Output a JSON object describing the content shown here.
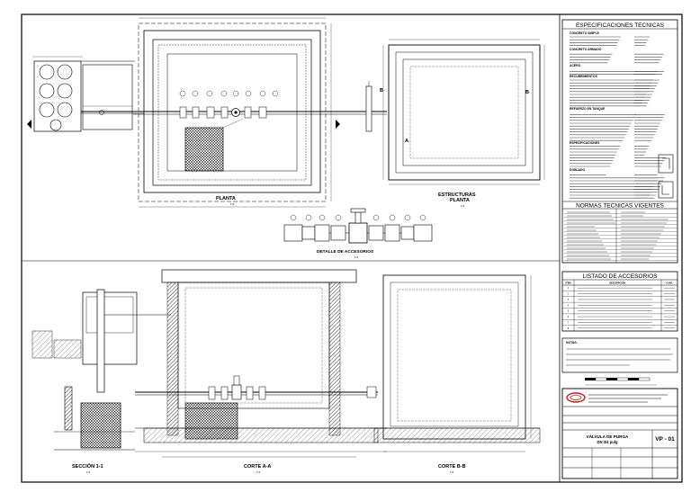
{
  "drawing_labels": {
    "planta": "PLANTA",
    "estructuras": "ESTRUCTURAS",
    "estructuras_sub": "PLANTA",
    "detalle": "DETALLE DE ACCESORIOS",
    "seccion": "SECCIÓN 1-1",
    "corte_aa": "CORTE A-A",
    "corte_bb": "CORTE B-B"
  },
  "section_marks": {
    "a": "A",
    "b": "B"
  },
  "specs": {
    "title": "ESPECIFICACIONES TECNICAS",
    "group_headers": [
      "CONCRETO SIMPLE",
      "CONCRETO ARMADO",
      "ACERO",
      "RECUBRIMIENTOS",
      "REFUERZO EN TANQUE",
      "ESPECIFICACIONES",
      "DOBLADO"
    ],
    "normas_title": "NORMAS TECNICAS VIGENTES"
  },
  "accesorios": {
    "title": "LISTADO DE ACCESORIOS",
    "headers": [
      "ITEM",
      "DESCRIPCIÓN",
      "CANT."
    ],
    "rows": [
      {
        "item": "1",
        "desc": "",
        "cant": ""
      },
      {
        "item": "2",
        "desc": "",
        "cant": ""
      },
      {
        "item": "3",
        "desc": "",
        "cant": ""
      },
      {
        "item": "4",
        "desc": "",
        "cant": ""
      },
      {
        "item": "5",
        "desc": "",
        "cant": ""
      },
      {
        "item": "6",
        "desc": "",
        "cant": ""
      },
      {
        "item": "7",
        "desc": "",
        "cant": ""
      },
      {
        "item": "8",
        "desc": "",
        "cant": ""
      }
    ]
  },
  "notas": {
    "title": "NOTAS:"
  },
  "title_block": {
    "plano": "VÁLVULA DE PURGA",
    "diametro": "DN 3/4 pulg",
    "code": "VP - 01"
  }
}
